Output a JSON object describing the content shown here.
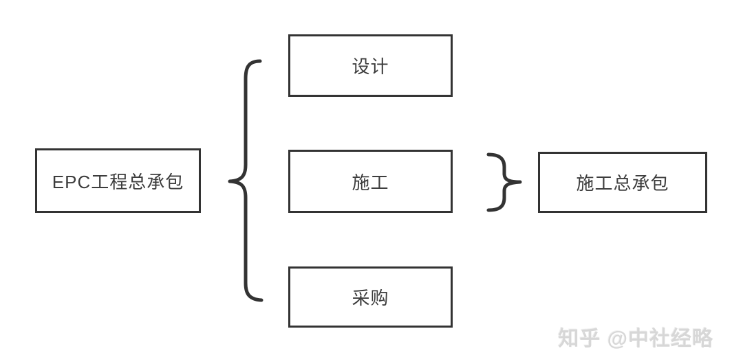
{
  "diagram": {
    "root": {
      "label": "EPC工程总承包"
    },
    "components": [
      {
        "id": "design",
        "label": "设计"
      },
      {
        "id": "construction",
        "label": "施工"
      },
      {
        "id": "procurement",
        "label": "采购"
      }
    ],
    "derived": {
      "label": "施工总承包"
    },
    "colors": {
      "border": "#333333",
      "text": "#3d3d3d",
      "background": "#ffffff",
      "watermark": "#d7d7d7"
    }
  },
  "watermark": {
    "text": "知乎 @中社经略"
  }
}
